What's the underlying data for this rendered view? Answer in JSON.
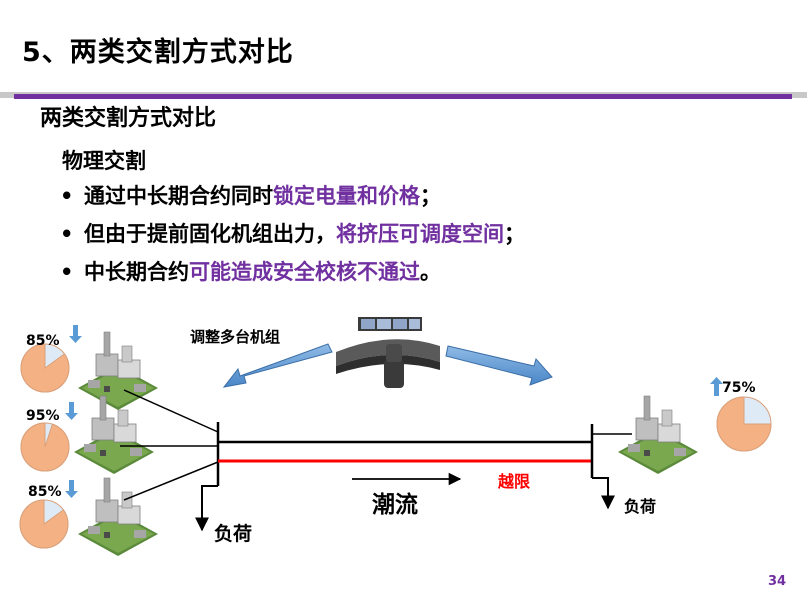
{
  "slide": {
    "title": "5、两类交割方式对比",
    "subtitle": "两类交割方式对比",
    "section": "物理交割",
    "bullets": [
      {
        "pre": "通过中长期合约同时",
        "hl": "锁定电量和价格",
        "post": "；"
      },
      {
        "pre": "但由于提前固化机组出力，",
        "hl": "将挤压可调度空间",
        "post": "；"
      },
      {
        "pre": "中长期合约",
        "hl": "可能造成安全校核不通过",
        "post": "。"
      }
    ],
    "page_number": "34"
  },
  "diagram": {
    "control_label": "调整多台机组",
    "flow_label": "潮流",
    "limit_label": "越限",
    "load_label_left": "负荷",
    "load_label_right": "负荷",
    "generators_left": [
      {
        "percent": "85%",
        "fill": 0.85,
        "direction": "down"
      },
      {
        "percent": "95%",
        "fill": 0.95,
        "direction": "down"
      },
      {
        "percent": "85%",
        "fill": 0.85,
        "direction": "down"
      }
    ],
    "generator_right": {
      "percent": "75%",
      "fill": 0.75,
      "direction": "up"
    },
    "colors": {
      "accent": "#7030a0",
      "limit_line": "#ff0000",
      "pie_fill": "#f4b183",
      "pie_empty": "#deebf7",
      "arrow_blue": "#5b9bd5"
    }
  }
}
